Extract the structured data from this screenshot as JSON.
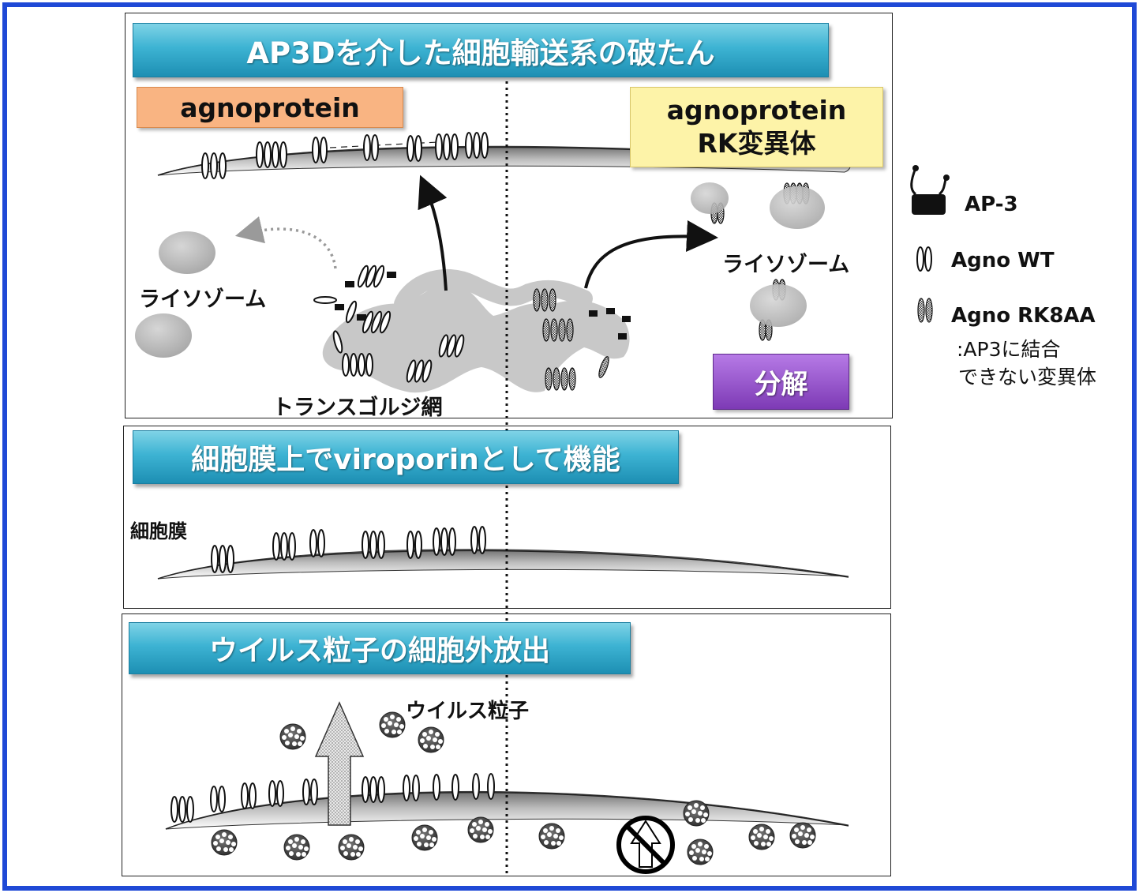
{
  "panels": {
    "top": {
      "title": "AP3Dを介した細胞輸送系の破たん",
      "tag_wt": "agnoprotein",
      "tag_mut_line1": "agnoprotein",
      "tag_mut_line2": "RK変異体",
      "lysosome_left": "ライソゾーム",
      "lysosome_right": "ライソゾーム",
      "tgn": "トランスゴルジ網",
      "degradation": "分解"
    },
    "middle": {
      "title": "細胞膜上でviroporinとして機能",
      "membrane": "細胞膜"
    },
    "bottom": {
      "title": "ウイルス粒子の細胞外放出",
      "virus": "ウイルス粒子"
    }
  },
  "legend": {
    "ap3": "AP-3",
    "agno_wt": "Agno WT",
    "agno_mut": "Agno RK8AA",
    "agno_mut_note1": ":AP3に結合",
    "agno_mut_note2": "できない変異体"
  },
  "colors": {
    "frame": "#1f49d6",
    "banner": "#3db3d3",
    "tag_wt": "#f9b482",
    "tag_mut": "#fdf3a8",
    "degradation": "#8e44c9"
  }
}
